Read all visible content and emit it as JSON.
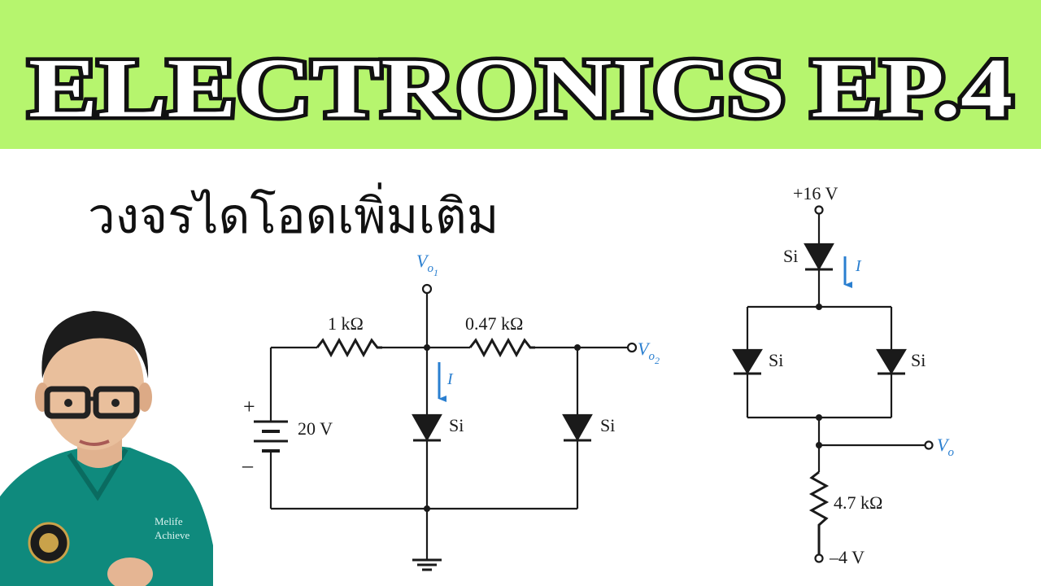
{
  "title": "ELECTRONICS EP.4",
  "subtitle": "วงจรไดโอดเพิ่มเติม",
  "circuit1": {
    "source_voltage": "20 V",
    "plus_sign": "+",
    "minus_sign": "–",
    "r1": "1 kΩ",
    "r2": "0.47 kΩ",
    "diode1": "Si",
    "diode2": "Si",
    "current": "I",
    "vo1_main": "V",
    "vo1_sub": "o",
    "vo1_subsub": "1",
    "vo2_main": "V",
    "vo2_sub": "o",
    "vo2_subsub": "2"
  },
  "circuit2": {
    "supply_top": "+16 V",
    "supply_bottom": "–4 V",
    "diode_top": "Si",
    "diode_left": "Si",
    "diode_right": "Si",
    "current": "I",
    "resistor": "4.7 kΩ",
    "vo_main": "V",
    "vo_sub": "o"
  },
  "colors": {
    "banner": "#b6f56e",
    "title_fill": "#ffffff",
    "title_stroke": "#111111",
    "label_blue": "#2a7fd0",
    "wire": "#1a1a1a"
  },
  "presenter": {
    "shirt_text_line1": "Melife",
    "shirt_text_line2": "Achieve"
  }
}
